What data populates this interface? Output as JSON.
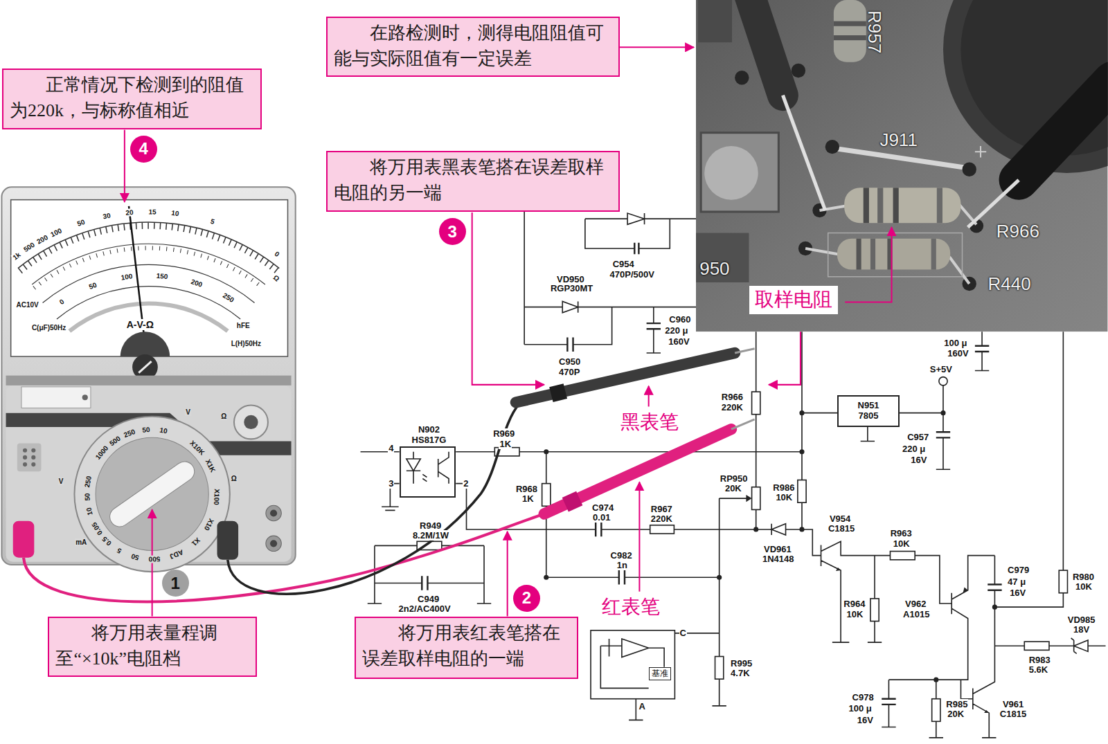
{
  "diagram": {
    "nodes": [
      {
        "text": [
          "在路检测时，测得电阻阻值可能与实际阻值有一定误差"
        ]
      },
      {
        "text": [
          "正常情况下检测到的阻值为220k，与标称值相近"
        ]
      },
      {
        "text": [
          "4"
        ]
      },
      {
        "text": [
          "将万用表黑表笔搭在误差取样电阻的另一端"
        ]
      },
      {
        "text": [
          "3"
        ]
      },
      {
        "text": [
          "取样电阻"
        ]
      },
      {
        "text": [
          "N951 7805"
        ]
      },
      {
        "text": [
          "N902 HS817G"
        ]
      },
      {
        "text": [
          "1"
        ]
      },
      {
        "text": [
          "2"
        ]
      },
      {
        "text": [
          "将万用表量程调至“×10k”电阻档"
        ]
      },
      {
        "text": [
          "将万用表红表笔搭在误差取样电阻的一端"
        ]
      },
      {
        "text": [
          "基准"
        ]
      }
    ],
    "labels": [
      "C954",
      "470P/500V",
      "VD950",
      "RGP30MT",
      "C960",
      "220 μ",
      "160V",
      "C950",
      "470P",
      "100 μ",
      "160V",
      "S+5V",
      "R966",
      "220K",
      "C957",
      "220 μ",
      "16V",
      "R969",
      "1K",
      "4",
      "3",
      "2",
      "R968",
      "1K",
      "RP950",
      "20K",
      "R986",
      "10K",
      "C974",
      "0.01",
      "R967",
      "220K",
      "V954",
      "C1815",
      "R949",
      "8.2M/1W",
      "R963",
      "10K",
      "VD961",
      "1N4148",
      "C982",
      "1n",
      "C979",
      "47 μ",
      "16V",
      "R980",
      "10K",
      "C949",
      "2n2/AC400V",
      "R964",
      "10K",
      "V962",
      "A1015",
      "VD985",
      "18V",
      "C",
      "R983",
      "5.6K",
      "R995",
      "4.7K",
      "A",
      "C978",
      "100 μ",
      "16V",
      "R985",
      "20K",
      "V961",
      "C1815",
      "黑表笔",
      "红表笔",
      "R957",
      "J911",
      "R966",
      "R440",
      "950",
      "AC10V",
      "C(μF)50Hz",
      "L(H)50Hz",
      "hFE",
      "A-V-Ω",
      "1k",
      "500",
      "200",
      "100",
      "50",
      "30",
      "20",
      "15",
      "10",
      "5",
      "0",
      "Ω",
      "0",
      "50",
      "100",
      "150",
      "200",
      "250",
      "1000",
      "500",
      "250",
      "50",
      "10",
      "X10K",
      "X1K",
      "X100",
      "X10",
      "X1",
      "ADJ",
      "500",
      "50",
      "5",
      "0.5",
      "0.05",
      "10",
      "50",
      "250",
      "V",
      "Ω",
      "V",
      "mA",
      "Ω"
    ]
  }
}
